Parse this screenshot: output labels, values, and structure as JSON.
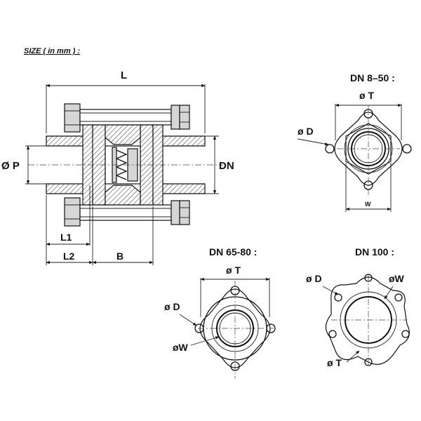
{
  "header": {
    "size_note": "SIZE ( in mm ) :"
  },
  "side_view": {
    "dim_L": "L",
    "dim_P": "Ø P",
    "dim_DN": "DN",
    "dim_L1": "L1",
    "dim_L2": "L2",
    "dim_B": "B"
  },
  "view_dn8_50": {
    "title": "DN 8–50 :",
    "dim_T": "ø T",
    "dim_D": "ø D",
    "dim_W": "W"
  },
  "view_dn65_80": {
    "title": "DN 65-80 :",
    "dim_T": "ø T",
    "dim_D": "ø D",
    "dim_W": "øW"
  },
  "view_dn100": {
    "title": "DN 100 :",
    "dim_D": "ø D",
    "dim_W": "øW",
    "dim_T": "ø T"
  }
}
